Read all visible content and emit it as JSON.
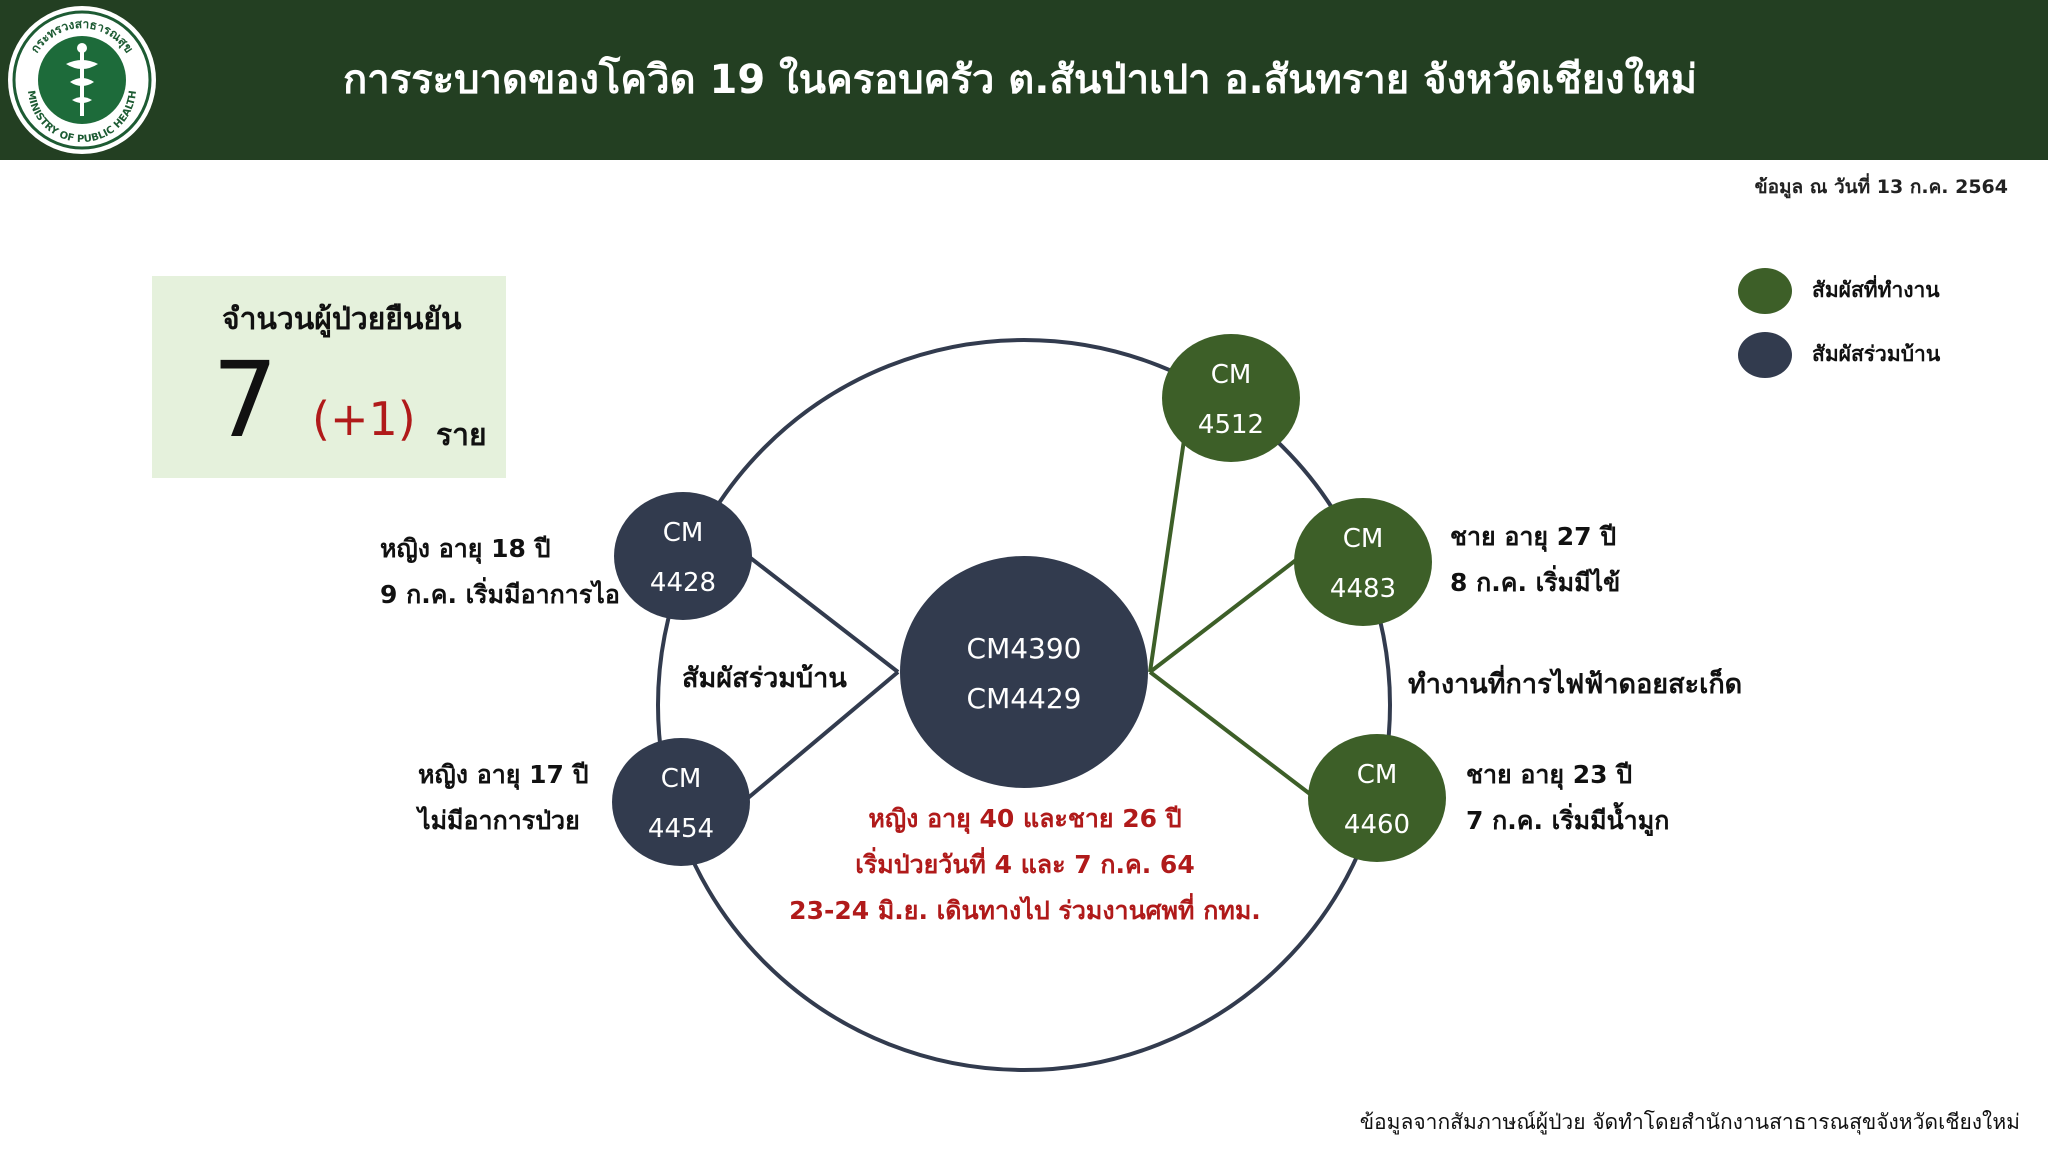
{
  "header": {
    "title": "การระบาดของโควิด 19 ในครอบครัว ต.สันป่าเปา อ.สันทราย จังหวัดเชียงใหม่",
    "logo_text_top": "กระทรวงสาธารณสุข",
    "logo_text_bottom": "MINISTRY OF PUBLIC HEALTH"
  },
  "date_note": "ข้อมูล ณ วันที่ 13 ก.ค. 2564",
  "summary": {
    "label": "จำนวนผู้ป่วยยืนยัน",
    "count": "7",
    "delta": "(+1)",
    "unit": "ราย"
  },
  "legend": [
    {
      "label": "สัมผัสที่ทำงาน",
      "color": "#3d5f28"
    },
    {
      "label": "สัมผัสร่วมบ้าน",
      "color": "#323b4e"
    }
  ],
  "center": {
    "line1": "CM4390",
    "line2": "CM4429",
    "desc": [
      "หญิง อายุ 40 และชาย 26 ปี",
      "เริ่มป่วยวันที่ 4 และ 7 ก.ค. 64",
      "23-24 มิ.ย. เดินทางไป ร่วมงานศพที่ กทม."
    ]
  },
  "groups": {
    "household": "สัมผัสร่วมบ้าน",
    "work": "ทำงานที่การไฟฟ้าดอยสะเก็ด"
  },
  "nodes": {
    "cm4512": {
      "l1": "CM",
      "l2": "4512"
    },
    "cm4483": {
      "l1": "CM",
      "l2": "4483",
      "note1": "ชาย อายุ 27 ปี",
      "note2": "8 ก.ค. เริ่มมีไข้"
    },
    "cm4460": {
      "l1": "CM",
      "l2": "4460",
      "note1": "ชาย อายุ 23 ปี",
      "note2": "7 ก.ค. เริ่มมีน้ำมูก"
    },
    "cm4428": {
      "l1": "CM",
      "l2": "4428",
      "note1": "หญิง อายุ 18 ปี",
      "note2": "9 ก.ค. เริ่มมีอาการไอ"
    },
    "cm4454": {
      "l1": "CM",
      "l2": "4454",
      "note1": "หญิง อายุ 17 ปี",
      "note2": "ไม่มีอาการป่วย"
    }
  },
  "colors": {
    "header_bg": "#233f22",
    "work_contact": "#3d5f28",
    "household_contact": "#323b4e",
    "accent_red": "#b01a1a",
    "summary_bg": "#e5f1dc"
  },
  "footer": "ข้อมูลจากสัมภาษณ์ผู้ป่วย จัดทำโดยสำนักงานสาธารณสุขจังหวัดเชียงใหม่"
}
